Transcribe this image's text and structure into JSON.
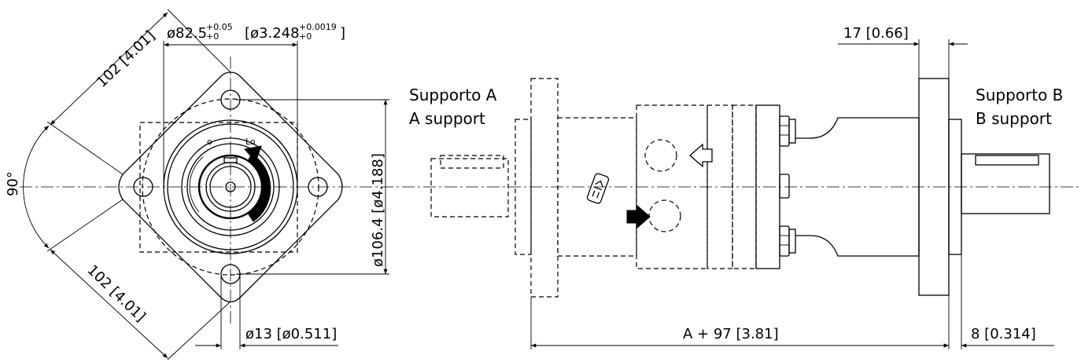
{
  "dimensions": {
    "bore_diameter": "ø82.5",
    "bore_tolerance_upper": "+0.05",
    "bore_tolerance_lower": "+0",
    "bore_inch_open": "[ø3.248",
    "bore_inch_tol_upper": "+0.0019",
    "bore_inch_tol_lower": "+0",
    "bore_inch_close": "]",
    "flange_diagonal_top": "102 [4.01]",
    "flange_diagonal_bottom": "102 [4.01]",
    "angle": "90°",
    "pitch_diameter": "ø106.4 [ø4.188]",
    "hole_diameter": "ø13 [ø0.511]",
    "flange_thickness": "17 [0.66]",
    "overall_length": "A + 97 [3.81]",
    "pilot_length": "8 [0.314]"
  },
  "labels": {
    "support_a_it": "Supporto A",
    "support_a_en": "A support",
    "support_b_it": "Supporto B",
    "support_b_en": "B support"
  },
  "icons": [
    "rotation-arrow-icon",
    "flow-in-arrow-icon",
    "flow-out-arrow-icon",
    "manufacturer-logo"
  ]
}
